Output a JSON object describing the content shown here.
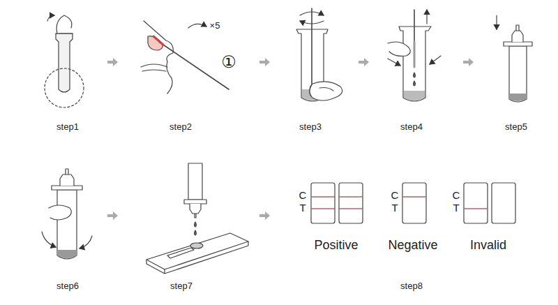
{
  "diagram": {
    "labels": [
      "×5",
      "①",
      "step1",
      "step2",
      "step3",
      "step4",
      "step5",
      "C",
      "T",
      "C",
      "T",
      "C",
      "T",
      "Positive",
      "Negative",
      "Invalid",
      "step6",
      "step7",
      "step8"
    ]
  }
}
